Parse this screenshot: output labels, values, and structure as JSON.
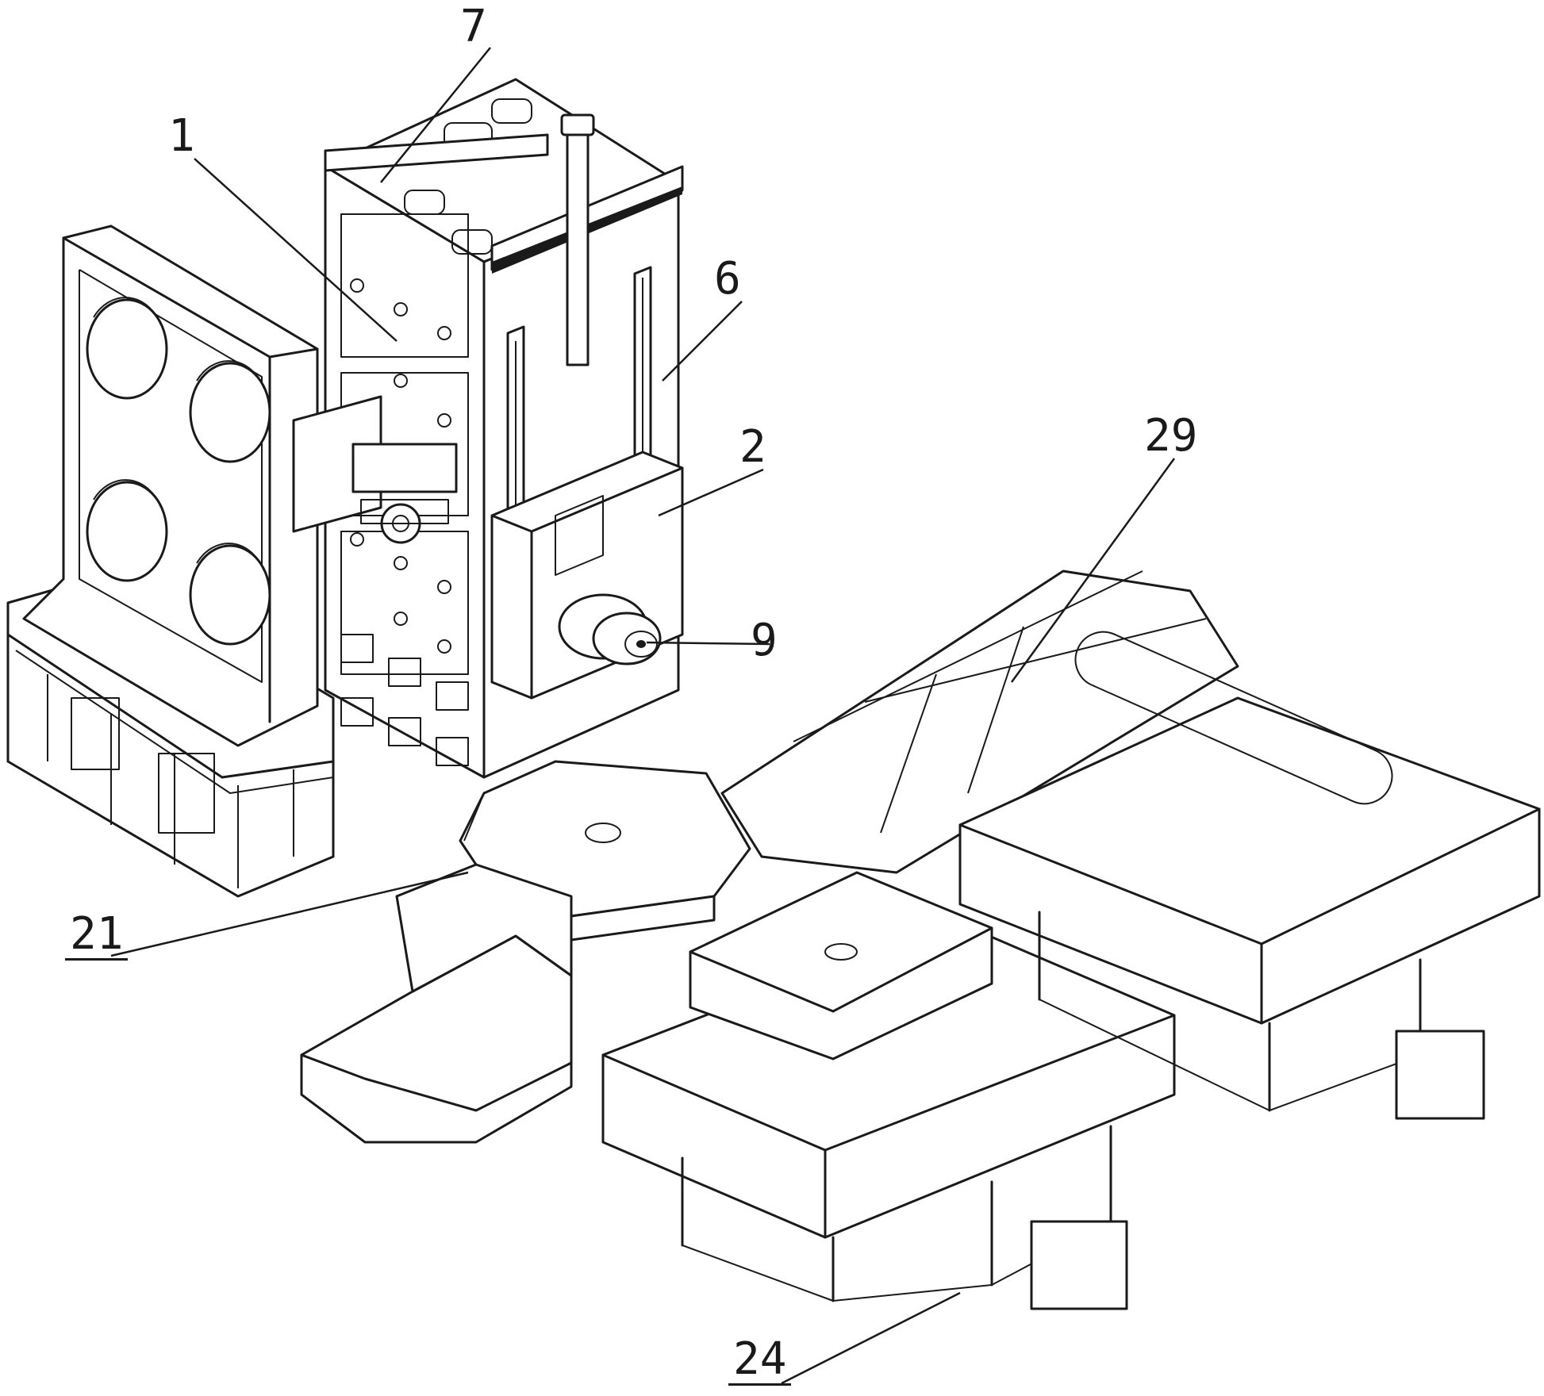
{
  "figure": {
    "callouts": {
      "c7": "7",
      "c1": "1",
      "c6": "6",
      "c29": "29",
      "c2": "2",
      "c9": "9",
      "c21": "21",
      "c24": "24"
    }
  }
}
